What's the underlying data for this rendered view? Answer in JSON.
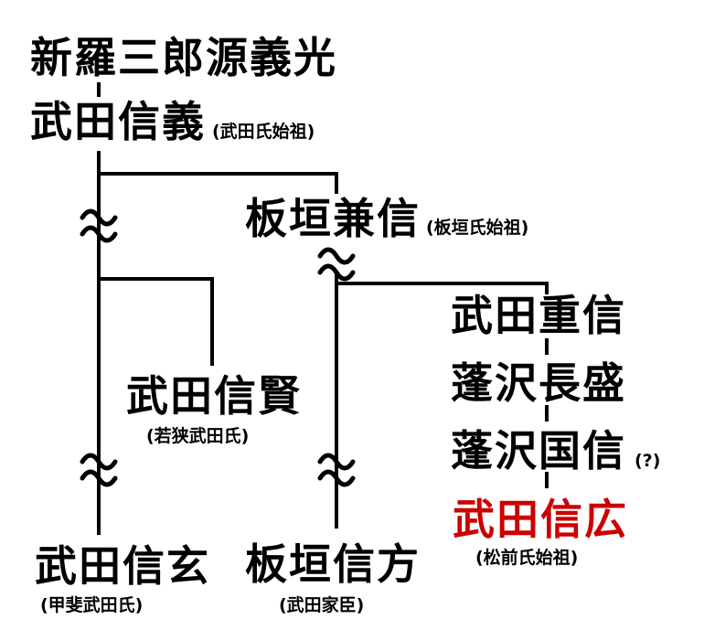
{
  "colors": {
    "line": "#000000",
    "highlight": "#cc0000"
  },
  "persons": {
    "minamoto_yoshimitsu": {
      "name": "新羅三郎源義光"
    },
    "takeda_nobuyoshi": {
      "name": "武田信義",
      "note": "(武田氏始祖)"
    },
    "itagaki_kanenobu": {
      "name": "板垣兼信",
      "note": "(板垣氏始祖)"
    },
    "takeda_shigenobu": {
      "name": "武田重信"
    },
    "yomogisawa_nagamori": {
      "name": "蓬沢長盛"
    },
    "yomogisawa_kuninobu": {
      "name": "蓬沢国信",
      "note": "(?)"
    },
    "takeda_nobuhiro": {
      "name": "武田信広",
      "note": "(松前氏始祖)"
    },
    "takeda_nobukata": {
      "name": "武田信賢",
      "note": "(若狭武田氏)"
    },
    "takeda_shingen": {
      "name": "武田信玄",
      "note": "(甲斐武田氏)"
    },
    "itagaki_nobukata": {
      "name": "板垣信方",
      "note": "(武田家臣)"
    }
  }
}
